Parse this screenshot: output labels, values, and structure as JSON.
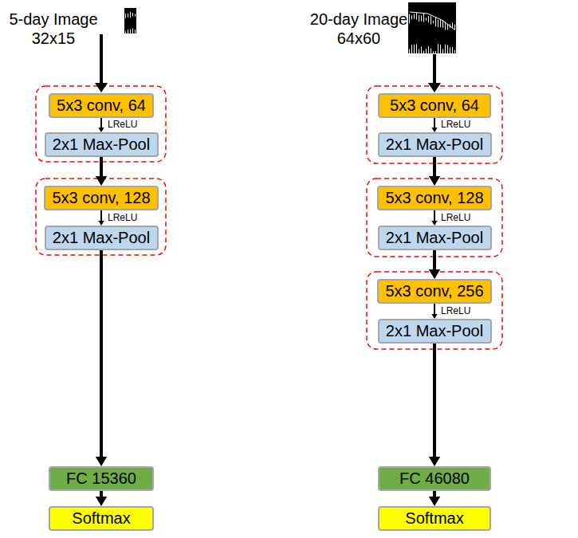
{
  "diagram": {
    "nodes": [
      {
        "text": [
          "5x3 conv, 64"
        ]
      },
      {
        "text": [
          "2x1 Max-Pool"
        ]
      },
      {
        "text": [
          "5x3 conv, 128"
        ]
      },
      {
        "text": [
          "2x1 Max-Pool"
        ]
      },
      {
        "text": [
          "FC 15360"
        ]
      },
      {
        "text": [
          "Softmax"
        ]
      },
      {
        "text": [
          "5x3 conv, 64"
        ]
      },
      {
        "text": [
          "2x1 Max-Pool"
        ]
      },
      {
        "text": [
          "5x3 conv, 128"
        ]
      },
      {
        "text": [
          "2x1 Max-Pool"
        ]
      },
      {
        "text": [
          "5x3 conv, 256"
        ]
      },
      {
        "text": [
          "2x1 Max-Pool"
        ]
      },
      {
        "text": [
          "FC 46080"
        ]
      },
      {
        "text": [
          "Softmax"
        ]
      }
    ],
    "edges": [
      {
        "from": 0,
        "to": 1,
        "label": "LReLU",
        "arrow": "to"
      },
      {
        "from": 1,
        "to": 2,
        "arrow": "to"
      },
      {
        "from": 2,
        "to": 3,
        "label": "LReLU",
        "arrow": "to"
      },
      {
        "from": 3,
        "to": 4,
        "arrow": "to"
      },
      {
        "from": 4,
        "to": 5,
        "arrow": "to"
      },
      {
        "from": 6,
        "to": 7,
        "label": "LReLU",
        "arrow": "to"
      },
      {
        "from": 7,
        "to": 8,
        "arrow": "to"
      },
      {
        "from": 8,
        "to": 9,
        "label": "LReLU",
        "arrow": "to"
      },
      {
        "from": 9,
        "to": 10,
        "arrow": "to"
      },
      {
        "from": 10,
        "to": 11,
        "label": "LReLU",
        "arrow": "to"
      },
      {
        "from": 11,
        "to": 12,
        "arrow": "to"
      },
      {
        "from": 12,
        "to": 13,
        "arrow": "to"
      }
    ],
    "labels": [
      "5-day Image 32x15",
      "20-day Image 64x60"
    ]
  }
}
